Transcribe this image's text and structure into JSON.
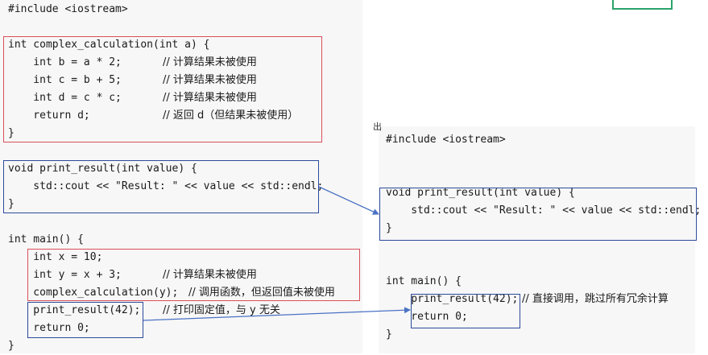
{
  "left_code": {
    "include": "#include <iostream>",
    "complex": {
      "signature": "int complex_calculation(int a) {",
      "lines": [
        {
          "code": "    int b = a * 2;",
          "comment": "// 计算结果未被使用"
        },
        {
          "code": "    int c = b + 5;",
          "comment": "// 计算结果未被使用"
        },
        {
          "code": "    int d = c * c;",
          "comment": "// 计算结果未被使用"
        },
        {
          "code": "    return d;",
          "comment": "// 返回 d（但结果未被使用）"
        }
      ],
      "close": "}"
    },
    "print": {
      "signature": "void print_result(int value) {",
      "body": "    std::cout << \"Result: \" << value << std::endl;",
      "close": "}"
    },
    "main": {
      "signature": "int main() {",
      "lines": [
        {
          "code": "    int x = 10;",
          "comment": ""
        },
        {
          "code": "    int y = x + 3;",
          "comment": "// 计算结果未被使用"
        },
        {
          "code": "    complex_calculation(y);",
          "comment": "// 调用函数，但返回值未被使用"
        },
        {
          "code": "    print_result(42);",
          "comment": "// 打印固定值，与 y 无关"
        },
        {
          "code": "    return 0;",
          "comment": ""
        }
      ],
      "close": "}"
    }
  },
  "right_code": {
    "stray_glyph": "出",
    "include": "#include <iostream>",
    "print": {
      "signature": "void print_result(int value) {",
      "body": "    std::cout << \"Result: \" << value << std::endl;",
      "close": "}"
    },
    "main": {
      "signature": "int main() {",
      "lines": [
        {
          "code": "    print_result(42);",
          "comment": "// 直接调用，跳过所有冗余计算"
        },
        {
          "code": "    return 0;",
          "comment": ""
        }
      ],
      "close": "}"
    }
  },
  "colors": {
    "red_box": "#d9505a",
    "blue_box": "#2b4a9b",
    "arrow": "#4a72c4",
    "green_box": "#2aa36b",
    "panel_bg": "#f7f7f7"
  }
}
